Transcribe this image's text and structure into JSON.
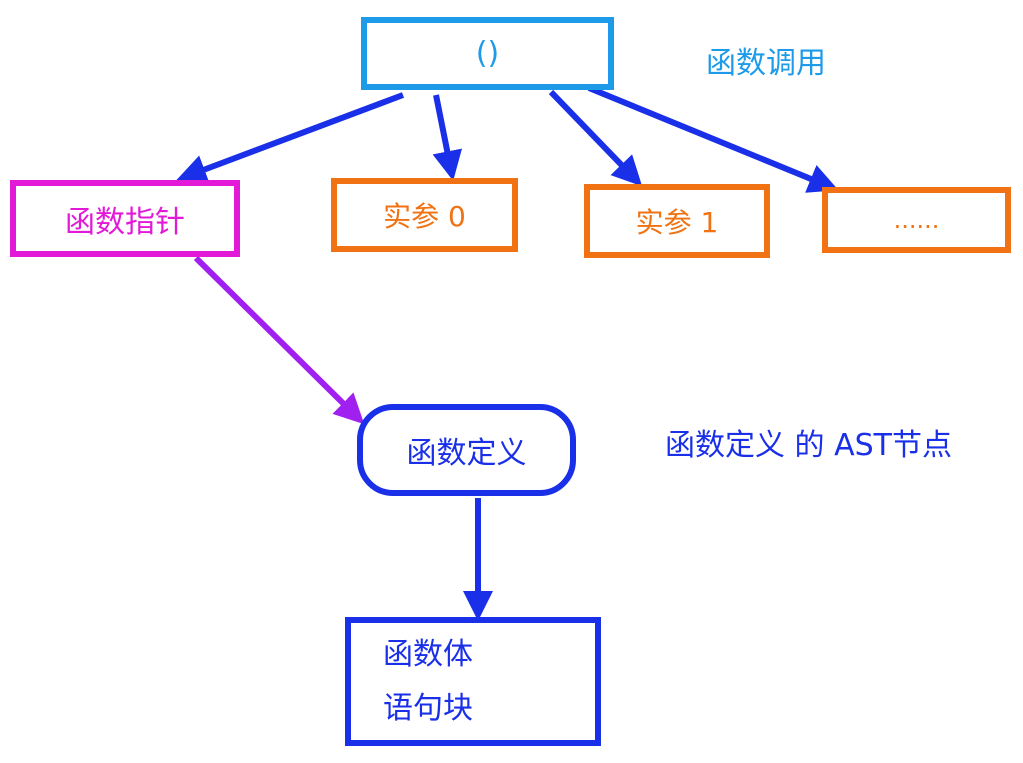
{
  "nodes": {
    "call": "()",
    "function_pointer": "函数指针",
    "arg0": "实参 0",
    "arg1": "实参 1",
    "arg_more": "......",
    "function_definition": "函数定义",
    "function_body_line1": "函数体",
    "function_body_line2": "语句块"
  },
  "captions": {
    "call": "函数调用",
    "definition": "函数定义 的 AST节点"
  },
  "colors": {
    "call": "#1e9be8",
    "pointer": "#e21ad8",
    "argument": "#f07212",
    "definition": "#1a2fe8",
    "arrow_blue": "#1a2fe8",
    "arrow_purple": "#a020f0"
  },
  "edges": [
    {
      "from": "()",
      "to": "函数指针"
    },
    {
      "from": "()",
      "to": "实参 0"
    },
    {
      "from": "()",
      "to": "实参 1"
    },
    {
      "from": "()",
      "to": "......"
    },
    {
      "from": "函数指针",
      "to": "函数定义"
    },
    {
      "from": "函数定义",
      "to": "函数体"
    }
  ]
}
